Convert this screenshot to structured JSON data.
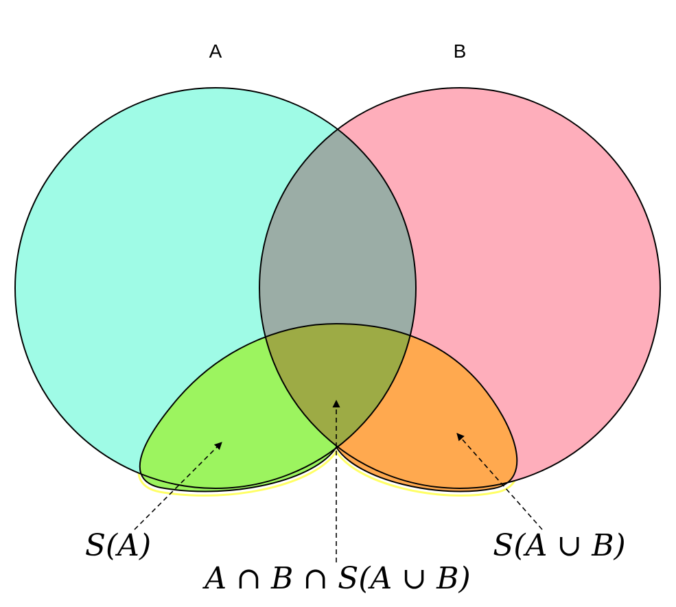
{
  "diagram": {
    "sets": [
      {
        "id": "A",
        "label": "A",
        "color": "#9ffbe6"
      },
      {
        "id": "B",
        "label": "B",
        "color": "#feaebb"
      }
    ],
    "subset_colors": {
      "lens_AB": "#9bada6",
      "S_only_A": "#9cf45f",
      "S_only_B": "#ffa94f",
      "S_A_B": "#9dab45",
      "rim": "#ffff66"
    },
    "annotations": [
      {
        "id": "S_A",
        "text": "S(A)"
      },
      {
        "id": "S_AuB",
        "text": "S(A ∪ B)"
      },
      {
        "id": "A_n_B_n_S",
        "text": "A ∩ B ∩ S(A ∪ B)"
      }
    ]
  }
}
